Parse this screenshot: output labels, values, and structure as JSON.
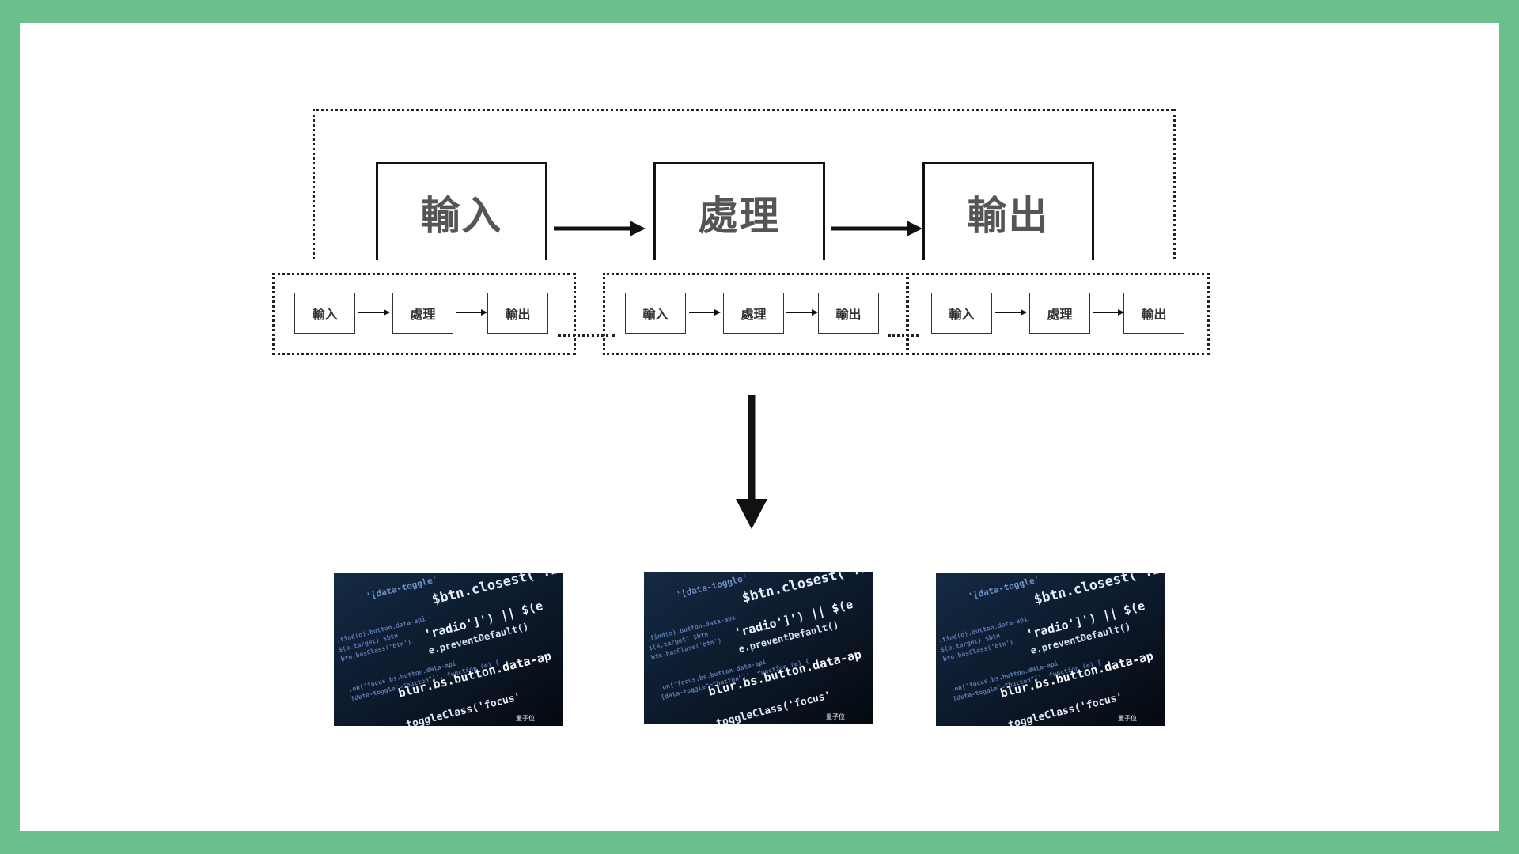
{
  "main_flow": [
    {
      "label": "輸入"
    },
    {
      "label": "處理"
    },
    {
      "label": "輸出"
    }
  ],
  "sub_flows": [
    {
      "steps": [
        "輸入",
        "處理",
        "輸出"
      ]
    },
    {
      "steps": [
        "輸入",
        "處理",
        "輸出"
      ]
    },
    {
      "steps": [
        "輸入",
        "處理",
        "輸出"
      ]
    }
  ],
  "code_images": [
    {
      "lines": [
        "'[data-toggle'",
        "$btn.closest('.b",
        "'radio']') || $(e",
        "e.preventDefault()",
        "blur.bs.button.data-ap",
        "toggleClass('focus'"
      ],
      "watermark": "量子位"
    },
    {
      "lines": [
        "'[data-toggle'",
        "$btn.closest('.b",
        "'radio']') || $(e",
        "e.preventDefault()",
        "blur.bs.button.data-ap",
        "toggleClass('focus'"
      ],
      "watermark": "量子位"
    },
    {
      "lines": [
        "'[data-toggle'",
        "$btn.closest('.b",
        "'radio']') || $(e",
        "e.preventDefault()",
        "blur.bs.button.data-ap",
        "toggleClass('focus'"
      ],
      "watermark": "量子位"
    }
  ],
  "colors": {
    "frame": "#6abf8a",
    "background": "#ffffff",
    "text": "#555555",
    "code_bg": "#0c1a2c"
  }
}
